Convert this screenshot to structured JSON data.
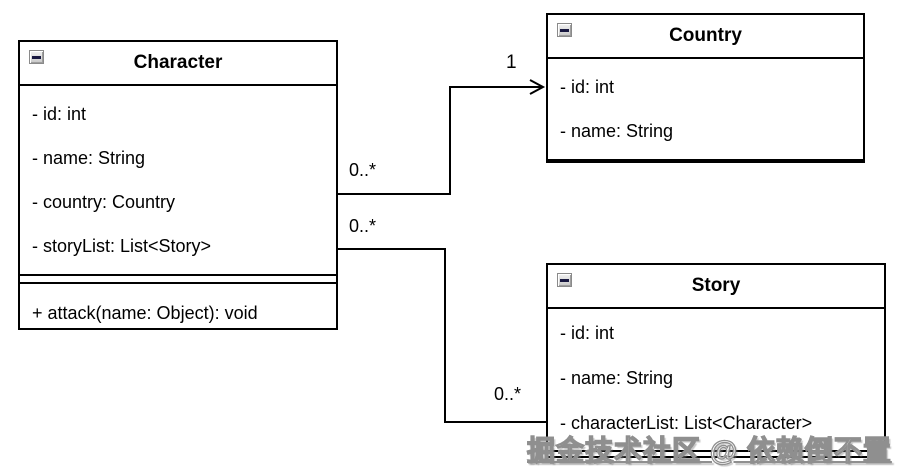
{
  "diagram": {
    "classes": [
      {
        "name": "Character",
        "attributes": [
          "- id: int",
          "- name: String",
          "- country: Country",
          "- storyList: List<Story>"
        ],
        "methods": [
          "+ attack(name: Object): void"
        ]
      },
      {
        "name": "Country",
        "attributes": [
          "- id: int",
          "- name: String"
        ],
        "methods": []
      },
      {
        "name": "Story",
        "attributes": [
          "- id: int",
          "- name: String",
          "- characterList: List<Character>"
        ],
        "methods": []
      }
    ],
    "associations": [
      {
        "from": "Character",
        "to": "Country",
        "source_multiplicity": "0..*",
        "target_multiplicity": "1",
        "arrow": "open"
      },
      {
        "from": "Character",
        "to": "Story",
        "source_multiplicity": "0..*",
        "target_multiplicity": "0..*",
        "arrow": "none"
      }
    ]
  },
  "icons": {
    "collapse": "minus-icon"
  },
  "watermark": {
    "text": "掘金技术社区 @ 依赖倒不置"
  },
  "colors": {
    "stroke": "#000000",
    "background": "#ffffff",
    "watermark_fill": "#ffffff",
    "watermark_outline": "#8f8f8f"
  }
}
